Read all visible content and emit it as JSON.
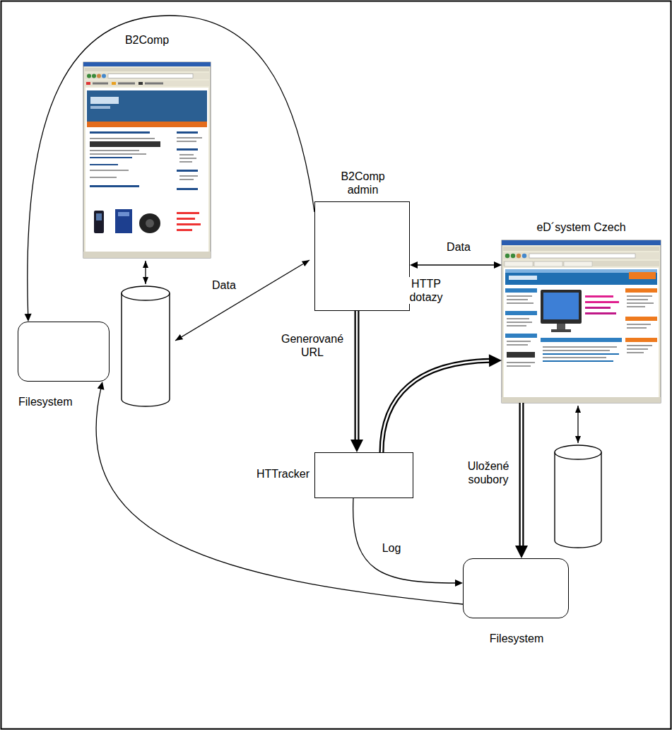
{
  "diagram": {
    "nodes": [
      {
        "text": [
          "B2Comp"
        ]
      },
      {
        "text": [
          "B2Comp admin"
        ]
      },
      {
        "text": [
          "eD´system Czech"
        ]
      },
      {
        "text": [
          "Filesystem"
        ]
      },
      {
        "text": [
          "HTTracker"
        ]
      },
      {
        "text": [
          "Filesystem"
        ]
      }
    ],
    "edges": [
      {
        "from": 1,
        "to": 3,
        "arrow": "to"
      },
      {
        "from": 1,
        "to": 2,
        "label": "Data",
        "arrow": "both"
      },
      {
        "from": 1,
        "to": 4,
        "label": "Generované URL",
        "arrow": "to"
      },
      {
        "from": 4,
        "to": 2,
        "label": "HTTP dotazy",
        "arrow": "to"
      },
      {
        "from": 2,
        "to": 5,
        "label": "Uložené soubory",
        "arrow": "to"
      },
      {
        "from": 4,
        "to": 5,
        "label": "Log",
        "arrow": "to"
      },
      {
        "from": 5,
        "to": 3,
        "arrow": "to"
      }
    ],
    "labels": [
      "Data"
    ]
  }
}
